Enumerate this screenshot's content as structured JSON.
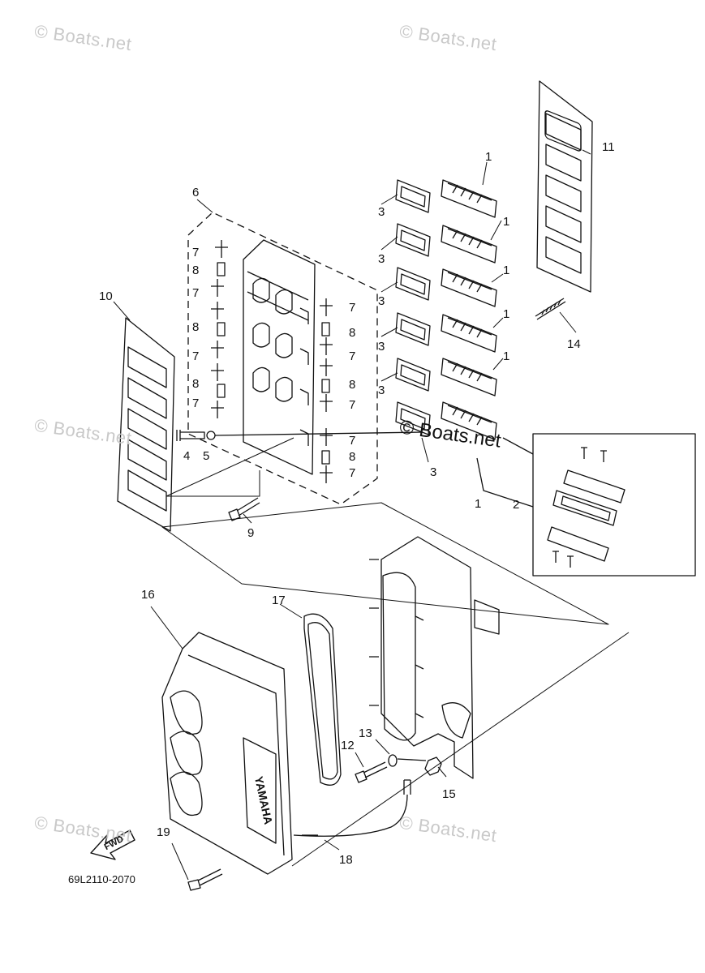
{
  "watermark": "© Boats.net",
  "diagram_code": "69L2110-2070",
  "fwd_label": "FWD",
  "brand_text": "YAMAHA",
  "callouts": {
    "c1": "1",
    "c2": "2",
    "c3": "3",
    "c4": "4",
    "c5": "5",
    "c6": "6",
    "c7": "7",
    "c8": "8",
    "c9": "9",
    "c10": "10",
    "c11": "11",
    "c12": "12",
    "c13": "13",
    "c14": "14",
    "c15": "15",
    "c16": "16",
    "c17": "17",
    "c18": "18",
    "c19": "19"
  }
}
